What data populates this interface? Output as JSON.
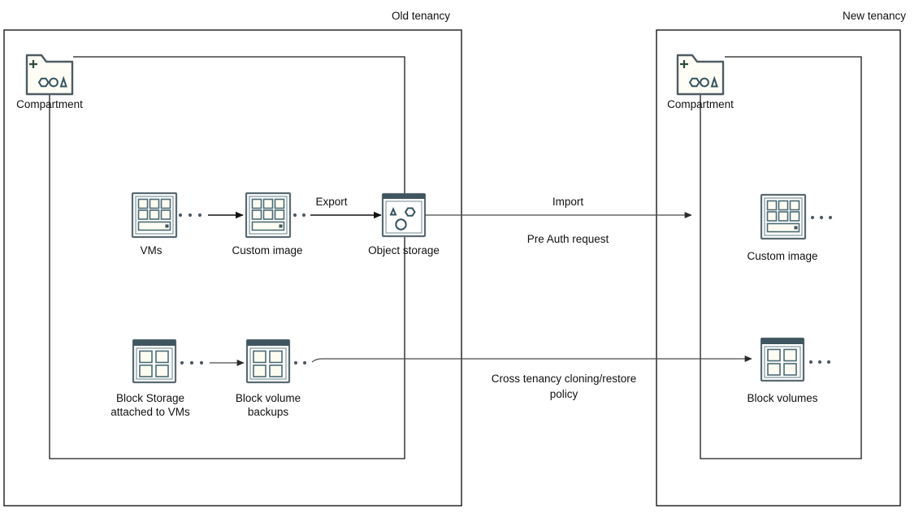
{
  "diagram": {
    "title_visible": false,
    "background": "#ffffff",
    "accent_color": "#35535f",
    "line_color": "#1a1a1a"
  },
  "tenancies": [
    {
      "id": "old",
      "label": "Old tenancy",
      "compartment": {
        "label": "Compartment",
        "icon": "compartment-folder-icon"
      }
    },
    {
      "id": "new",
      "label": "New tenancy",
      "compartment": {
        "label": "Compartment",
        "icon": "compartment-folder-icon"
      }
    }
  ],
  "nodes": [
    {
      "id": "vms",
      "label": "VMs",
      "icon": "vm-grid-icon",
      "tenancy": "old"
    },
    {
      "id": "custom-image-old",
      "label": "Custom image",
      "icon": "vm-grid-icon",
      "tenancy": "old"
    },
    {
      "id": "object-storage",
      "label": "Object storage",
      "icon": "object-storage-icon",
      "tenancy": "old"
    },
    {
      "id": "block-storage",
      "label_line1": "Block Storage",
      "label_line2": "attached to VMs",
      "icon": "block-volume-icon",
      "tenancy": "old"
    },
    {
      "id": "block-volume-backups",
      "label_line1": "Block volume",
      "label_line2": "backups",
      "icon": "block-volume-icon",
      "tenancy": "old"
    },
    {
      "id": "custom-image-new",
      "label": "Custom image",
      "icon": "vm-grid-icon",
      "tenancy": "new"
    },
    {
      "id": "block-volumes-new",
      "label": "Block volumes",
      "icon": "block-volume-icon",
      "tenancy": "new"
    }
  ],
  "edges": [
    {
      "id": "vms-to-custom-image",
      "label": "",
      "from": "vms",
      "to": "custom-image-old"
    },
    {
      "id": "custom-image-to-object-storage",
      "label": "Export",
      "from": "custom-image-old",
      "to": "object-storage"
    },
    {
      "id": "object-storage-to-new-tenancy",
      "label_above": "Import",
      "label_below": "Pre Auth request",
      "from": "object-storage",
      "to": "custom-image-new"
    },
    {
      "id": "block-storage-to-backups",
      "label": "",
      "from": "block-storage",
      "to": "block-volume-backups"
    },
    {
      "id": "backups-to-block-volumes",
      "label_line1": "Cross tenancy cloning/restore",
      "label_line2": "policy",
      "from": "block-volume-backups",
      "to": "block-volumes-new"
    }
  ]
}
